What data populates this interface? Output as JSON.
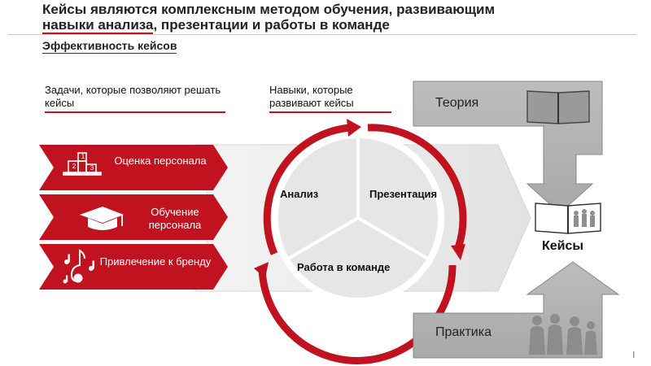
{
  "header": {
    "title_line1": "Кейсы являются комплексным методом обучения, развивающим",
    "title_line2_underlined": "навыки анализа",
    "title_line2_rest": ", презентации и работы в команде",
    "subtitle": "Эффективность кейсов"
  },
  "columns": {
    "tasks_heading": "Задачи, которые позволяют решать кейсы",
    "skills_heading": "Навыки, которые развивают кейсы"
  },
  "tasks": [
    {
      "label": "Оценка персонала",
      "icon": "podium-icon",
      "podium": [
        "1",
        "2",
        "3"
      ]
    },
    {
      "label": "Обучение персонала",
      "icon": "graduation-cap-icon"
    },
    {
      "label": "Привлечение к бренду",
      "icon": "music-notes-icon"
    }
  ],
  "skills": {
    "analysis": "Анализ",
    "presentation": "Презентация",
    "teamwork": "Работа в команде"
  },
  "sources": {
    "theory": "Теория",
    "practice": "Практика"
  },
  "result": {
    "label": "Кейсы"
  },
  "colors": {
    "accent": "#c1121f",
    "grey_box": "#b3b3b3",
    "arrow_grey": "#e6e6e6"
  }
}
